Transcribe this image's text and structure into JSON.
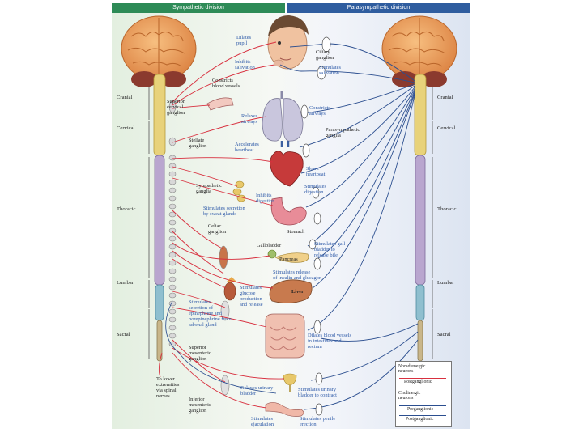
{
  "header": {
    "sympathetic": "Sympathetic division",
    "parasympathetic": "Parasympathetic division",
    "sympathetic_color": "#2e8b57",
    "parasympathetic_color": "#2f5d9f"
  },
  "regions_left": [
    "Cranial",
    "Cervical",
    "Thoracic",
    "Lumbar",
    "Sacral"
  ],
  "regions_right": [
    "Cranial",
    "Cervical",
    "Thoracic",
    "Lumbar",
    "Sacral"
  ],
  "sympathetic_labels": {
    "dilates_pupil": "Dilates\npupil",
    "inhibits_salivation": "Inhibits\nsalivation",
    "constricts_vessels": "Constricts\nblood vessels",
    "relaxes_airways": "Relaxes\nairways",
    "accelerates_heartbeat": "Accelerates\nheartbeat",
    "inhibits_digestion": "Inhibits\ndigestion",
    "sweat": "Stimulates secretion\nby sweat glands",
    "glucose": "Stimulates\nglucose\nproduction\nand release",
    "epinephrine": "Stimulates\nsecretion of\nepinephrine and\nnorepinephrine from\nadrenal gland",
    "relaxes_bladder": "Relaxes urinary\nbladder",
    "ejaculation": "Stimulates\nejaculation"
  },
  "parasympathetic_labels": {
    "ciliary": "Ciliary\nganglion",
    "stimulates_salivation": "Stimulates\nsalivation",
    "constricts_airways": "Constricts\nairways",
    "parasympathetic_ganglia": "Parasympathetic\nganglia",
    "slows_heartbeat": "Slows\nheartbeat",
    "stimulates_digestion": "Stimulates\ndigestion",
    "gallbladder_bile": "Stimulates gall-\nbladder to\nrelease bile",
    "insulin": "Stimulates release\nof insulin and glucagon",
    "dilates_intestines": "Dilates blood vessels\nin intestines and\nrectum",
    "bladder_contract": "Stimulates urinary\nbladder to contract",
    "penile_erection": "Stimulates penile\nerection"
  },
  "ganglia_labels": {
    "superior_cervical": "Superior\ncervical\nganglion",
    "stellate": "Stellate\nganglion",
    "sympathetic_ganglia": "Sympathetic\nganglia",
    "celiac": "Celiac\nganglion",
    "superior_mesenteric": "Superior\nmesenteric\nganglion",
    "inferior_mesenteric": "Inferior\nmesenteric\nganglion",
    "lower_extremities": "To lower\nextremities\nvia spinal\nnerves"
  },
  "organ_labels": {
    "stomach": "Stomach",
    "gallbladder": "Gallbladder",
    "pancreas": "Pancreas",
    "liver": "Liver"
  },
  "legend": {
    "noradrenergic": "Noradrenergic\nneurons",
    "postganglionic_1": "Postganglionic",
    "cholinergic": "Cholinergic\nneurons",
    "preganglionic": "Preganglionic",
    "postganglionic_2": "Postganglionic"
  },
  "colors": {
    "sympathetic_nerve": "#d8303f",
    "parasympathetic_nerve": "#2b4e8f",
    "brain": "#f0a060",
    "spinal_cord": "#e8d27a",
    "thoracic_cord": "#b9a6cf",
    "lumbar_cord": "#8fbfcf",
    "panel_left": "#e6f1e3",
    "panel_right": "#e4ebf5"
  }
}
